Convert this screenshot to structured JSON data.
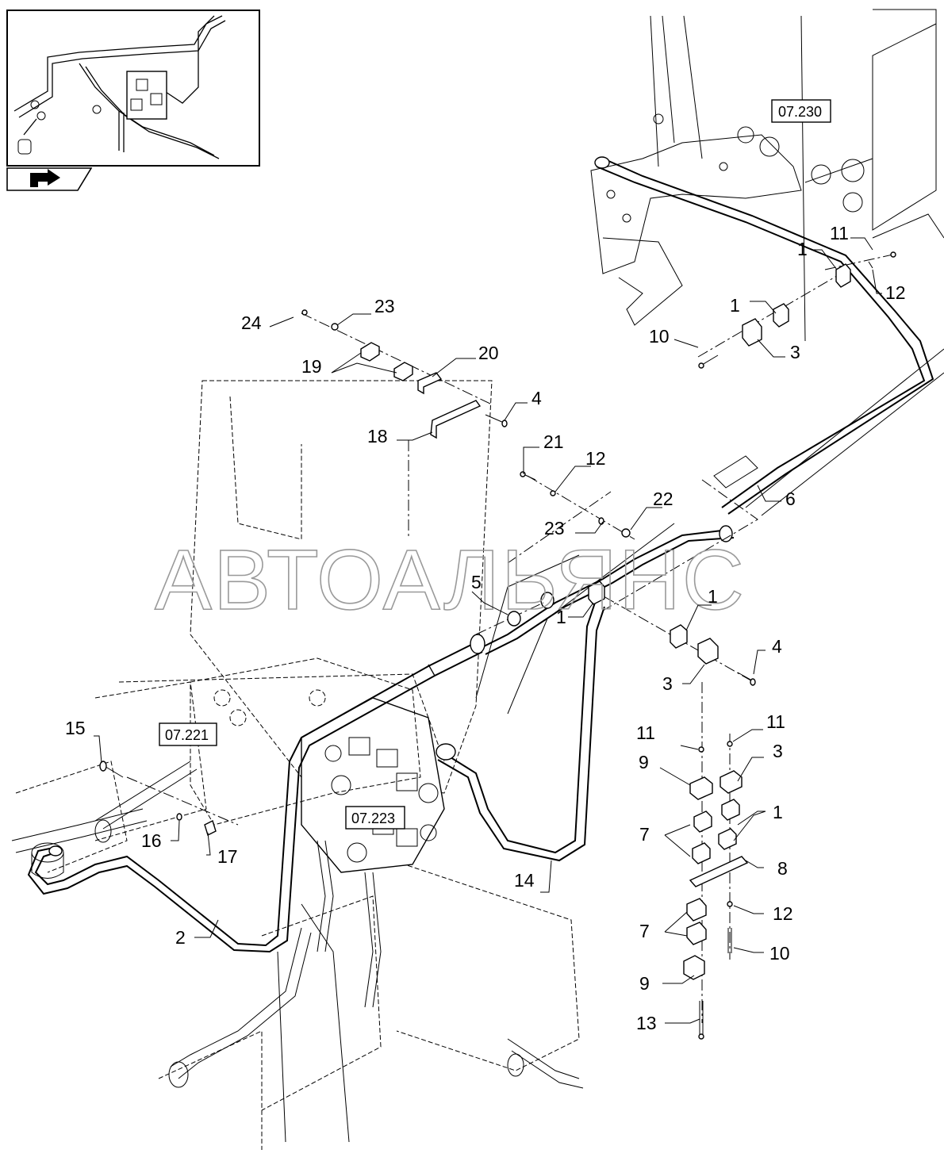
{
  "watermark": "АВТОАЛЬЯНС",
  "references": {
    "r07230": "07.230",
    "r07221": "07.221",
    "r07223": "07.223"
  },
  "callouts": {
    "c1a": "1",
    "c11a": "11",
    "c12a": "12",
    "c1b": "1",
    "c10a": "10",
    "c3a": "3",
    "c24": "24",
    "c23a": "23",
    "c19": "19",
    "c20": "20",
    "c4a": "4",
    "c18": "18",
    "c21": "21",
    "c12b": "12",
    "c22": "22",
    "c23b": "23",
    "c6": "6",
    "c5": "5",
    "c1c": "1",
    "c1d": "1",
    "c4b": "4",
    "c3b": "3",
    "c15": "15",
    "c16": "16",
    "c17": "17",
    "c2": "2",
    "c14": "14",
    "c11b": "11",
    "c11c": "11",
    "c3c": "3",
    "c9a": "9",
    "c1e": "1",
    "c7a": "7",
    "c8": "8",
    "c12c": "12",
    "c7b": "7",
    "c10b": "10",
    "c9b": "9",
    "c13": "13"
  },
  "icons": {
    "overview": "overview-thumbnail-icon",
    "nav": "next-page-arrow-icon"
  }
}
